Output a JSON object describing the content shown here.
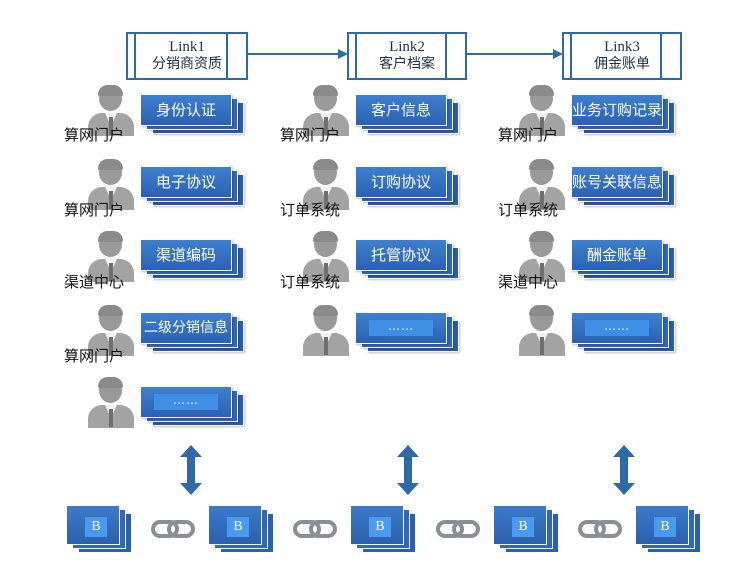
{
  "links": [
    {
      "title": "Link1",
      "subtitle": "分销商资质"
    },
    {
      "title": "Link2",
      "subtitle": "客户档案"
    },
    {
      "title": "Link3",
      "subtitle": "佣金账单"
    }
  ],
  "columns": [
    {
      "rows": [
        {
          "source": "算网门户",
          "card": "身份认证"
        },
        {
          "source": "算网门户",
          "card": "电子协议"
        },
        {
          "source": "渠道中心",
          "card": "渠道编码"
        },
        {
          "source": "算网门户",
          "card": "二级分销信息"
        },
        {
          "source": "",
          "card": "……"
        }
      ]
    },
    {
      "rows": [
        {
          "source": "算网门户",
          "card": "客户信息"
        },
        {
          "source": "订单系统",
          "card": "订购协议"
        },
        {
          "source": "订单系统",
          "card": "托管协议"
        },
        {
          "source": "",
          "card": "……"
        }
      ]
    },
    {
      "rows": [
        {
          "source": "算网门户",
          "card": "业务订购记录"
        },
        {
          "source": "订单系统",
          "card": "账号关联信息"
        },
        {
          "source": "渠道中心",
          "card": "酬金账单"
        },
        {
          "source": "",
          "card": "……"
        }
      ]
    }
  ],
  "blocks": [
    {
      "label": "B"
    },
    {
      "label": "B"
    },
    {
      "label": "B"
    },
    {
      "label": "B"
    },
    {
      "label": "B"
    }
  ],
  "colors": {
    "accent": "#2d66b8",
    "arrow": "#2f6aa8",
    "chain": "#8a8f96"
  }
}
